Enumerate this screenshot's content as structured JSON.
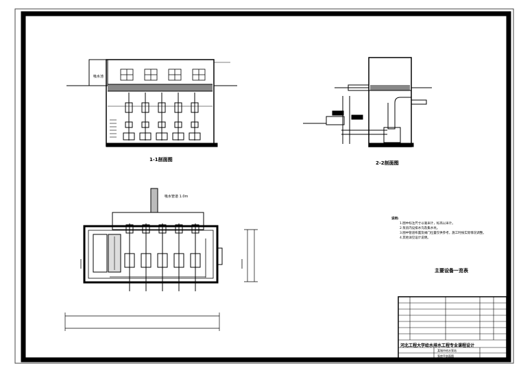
{
  "drawing": {
    "section_1_title": "1-1剖面图",
    "section_2_title": "2-2剖面图",
    "plan_pipe_label": "吸水管道 1.0m",
    "tank_label": "吸水池",
    "notes_title": "说明:",
    "notes": [
      "1.图中标注尺寸以毫米计，标高以米计。",
      "2.泵房内设排水沟及集水坑。",
      "3.图中管道布置及阀门位置仅供参考，施工时按实际情况调整。",
      "4.其他详见设计说明。"
    ],
    "equipment_table_title": "主要设备一览表",
    "title_block": {
      "school_line": "河北工程大学给水排水工程专业课程设计",
      "project_name": "某城市给水泵站",
      "drawing_name": "泵房平剖面图"
    }
  }
}
